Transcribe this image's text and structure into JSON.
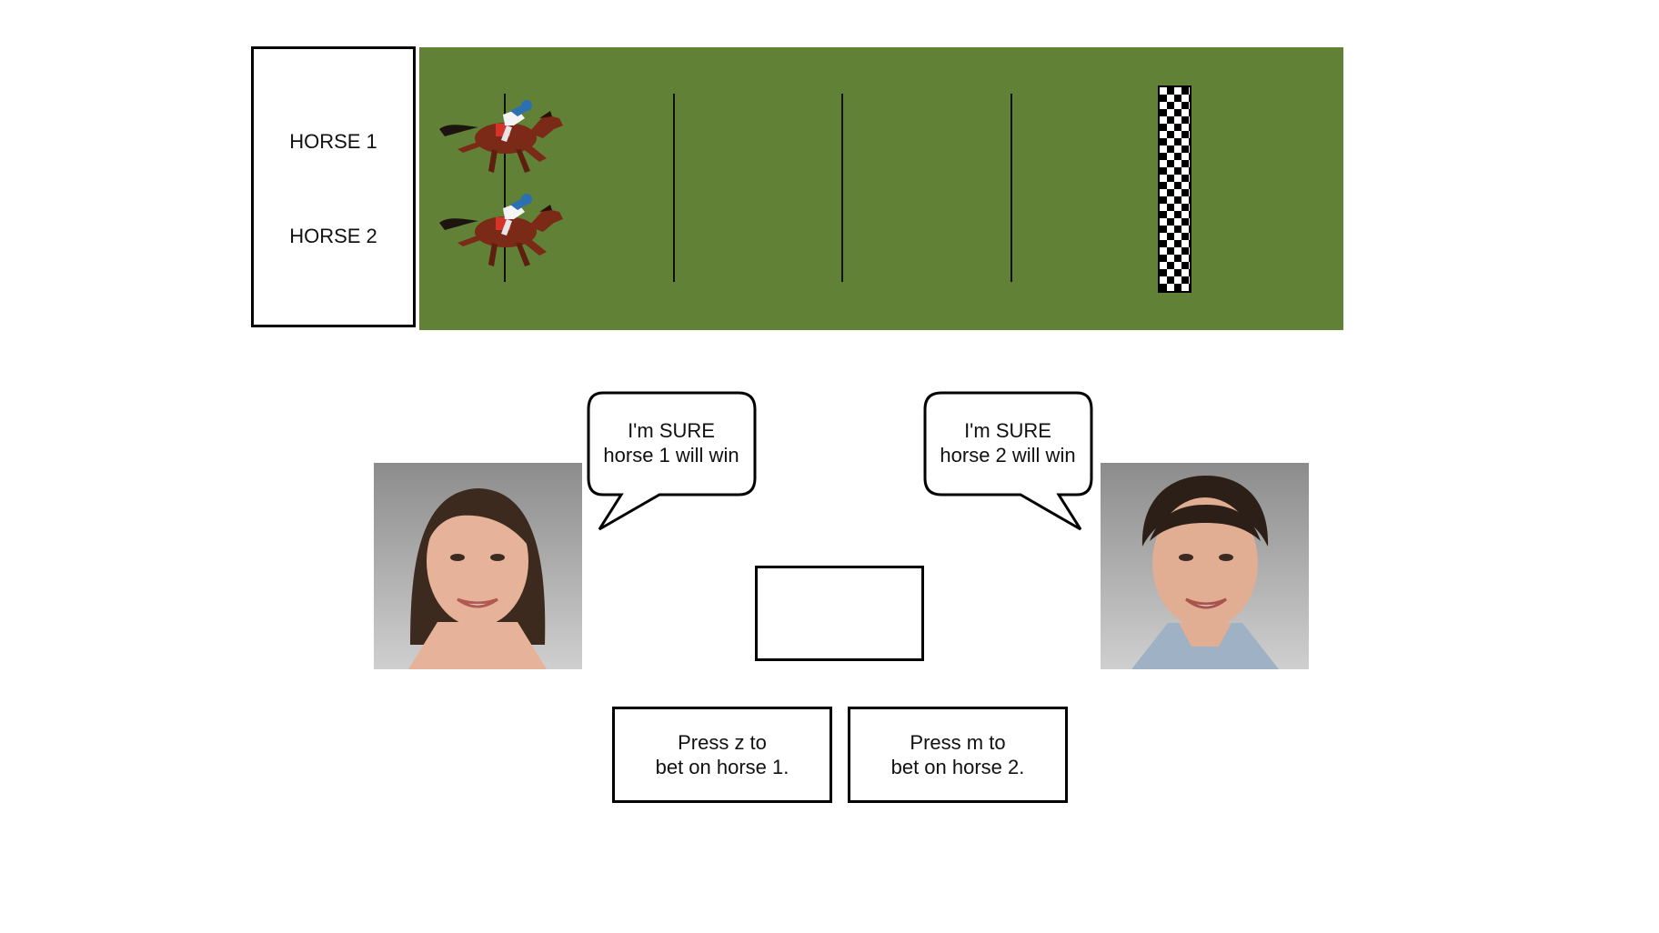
{
  "race": {
    "horse1_label": "HORSE 1",
    "horse2_label": "HORSE 2",
    "track_color": "#618137",
    "horse_icons": [
      "racehorse-jockey-icon",
      "racehorse-jockey-icon"
    ],
    "finish_icon": "checkered-flag-finish-line"
  },
  "advisors": {
    "left": {
      "line1": "I'm SURE",
      "line2": "horse 1 will win",
      "avatar": "woman-portrait"
    },
    "right": {
      "line1": "I'm SURE",
      "line2": "horse 2 will win",
      "avatar": "man-portrait"
    }
  },
  "response": {
    "center_box_text": "",
    "z_line1": "Press z to",
    "z_line2": "bet on horse 1.",
    "m_line1": "Press m to",
    "m_line2": "bet on horse 2."
  }
}
